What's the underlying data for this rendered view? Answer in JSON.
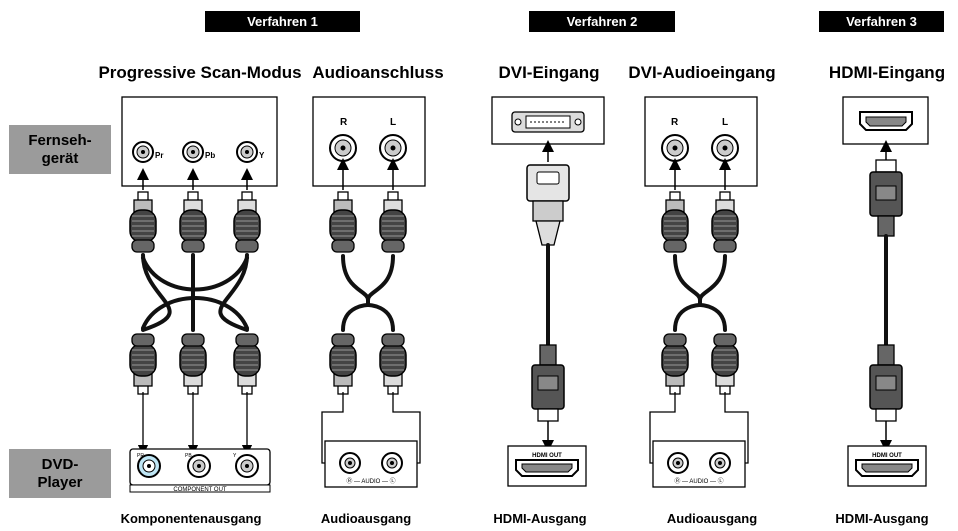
{
  "methods": [
    {
      "id": "m1",
      "label": "Verfahren 1"
    },
    {
      "id": "m2",
      "label": "Verfahren 2"
    },
    {
      "id": "m3",
      "label": "Verfahren 3"
    }
  ],
  "side": {
    "tv": "Fernseh-\ngerät",
    "dvd": "DVD-\nPlayer"
  },
  "columns": [
    {
      "title": "Progressive Scan-Modus",
      "footer": "Komponentenausgang"
    },
    {
      "title": "Audioanschluss",
      "footer": "Audioausgang"
    },
    {
      "title": "DVI-Eingang",
      "footer": "HDMI-Ausgang"
    },
    {
      "title": "DVI-Audioeingang",
      "footer": "Audioausgang"
    },
    {
      "title": "HDMI-Eingang",
      "footer": "HDMI-Ausgang"
    }
  ],
  "jack_labels": {
    "pr": "Pr",
    "pb": "Pb",
    "y": "Y",
    "r": "R",
    "l": "L"
  },
  "panel_labels": {
    "component_out": "COMPONENT OUT",
    "dvd_pr": "PR",
    "dvd_pb": "PB",
    "dvd_y": "Y",
    "audio_out": "Ⓡ — AUDIO — Ⓛ",
    "hdmi_out": "HDMI OUT"
  }
}
